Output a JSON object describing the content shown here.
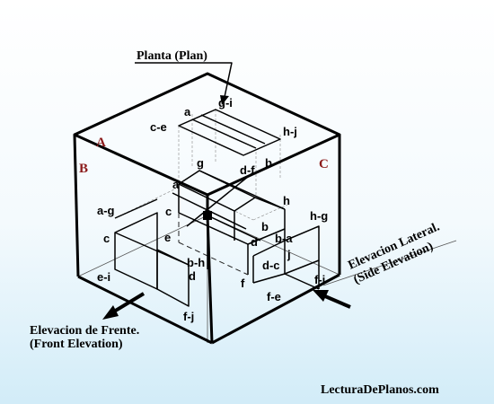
{
  "faces": {
    "a": "A",
    "b": "B",
    "c": "C"
  },
  "points": [
    "g-i",
    "a",
    "c-e",
    "h-j",
    "g",
    "d-f",
    "b",
    "a",
    "h",
    "a-g",
    "c",
    "h-g",
    "b",
    "c",
    "e",
    "d",
    "b-a",
    "j",
    "b-h",
    "d-c",
    "e-i",
    "d",
    "f",
    "f-i",
    "f-e",
    "f-j"
  ],
  "captions": {
    "plan": "Planta (Plan)",
    "front_1": "Elevacion de Frente.",
    "front_2": "(Front Elevation)",
    "side_1": "Elevacion Lateral.",
    "side_2": "(Side Elevation)"
  },
  "credit": "LecturaDePlanos.com"
}
